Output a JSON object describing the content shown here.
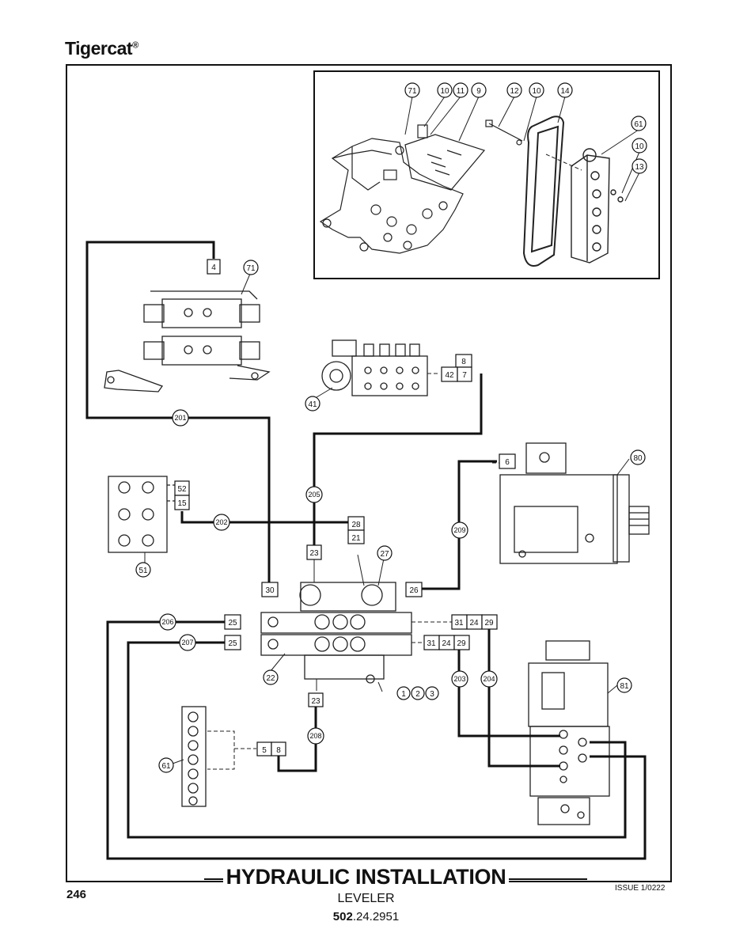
{
  "brand": {
    "name": "Tigercat",
    "mark": "®"
  },
  "title": "HYDRAULIC INSTALLATION",
  "subtitle": "LEVELER",
  "part_number": {
    "bold": "502",
    "rest": ".24.2951"
  },
  "page_number": "246",
  "issue": "ISSUE 1/0222",
  "callouts": {
    "c71_top": "71",
    "c10a": "10",
    "c11": "11",
    "c9": "9",
    "c12": "12",
    "c10b": "10",
    "c14": "14",
    "c61_top": "61",
    "c10c": "10",
    "c13": "13",
    "c71": "71",
    "c41": "41",
    "c80": "80",
    "c51": "51",
    "c22": "22",
    "c1": "1",
    "c2": "2",
    "c3": "3",
    "c81": "81",
    "c61": "61",
    "c27": "27"
  },
  "hoses": {
    "h201": "201",
    "h205": "205",
    "h202": "202",
    "h209": "209",
    "h206": "206",
    "h207": "207",
    "h203": "203",
    "h204": "204",
    "h208": "208"
  },
  "boxes": {
    "b4": "4",
    "b8": "8",
    "b42": "42",
    "b7": "7",
    "b52": "52",
    "b15": "15",
    "b28": "28",
    "b21": "21",
    "b23a": "23",
    "b6": "6",
    "b30": "30",
    "b26": "26",
    "b25a": "25",
    "b25b": "25",
    "b31a": "31",
    "b24a": "24",
    "b29a": "29",
    "b31b": "31",
    "b24b": "24",
    "b29b": "29",
    "b23b": "23",
    "b5": "5",
    "b8b": "8"
  }
}
